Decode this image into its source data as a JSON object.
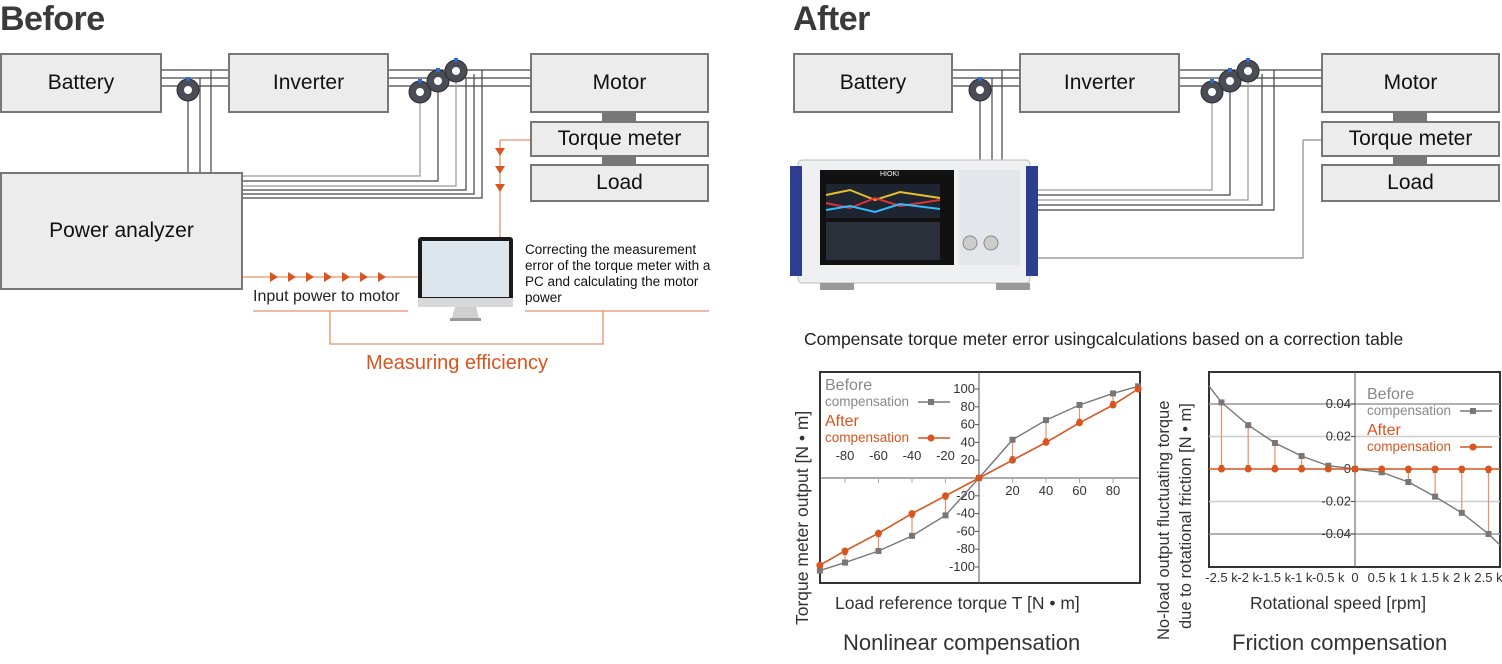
{
  "before": {
    "title": "Before",
    "battery": "Battery",
    "inverter": "Inverter",
    "motor": "Motor",
    "torque_meter": "Torque meter",
    "load": "Load",
    "power_analyzer": "Power analyzer",
    "input_power": "Input power to motor",
    "pc_note": "Correcting the measurement error of the torque meter with a PC and calculating the motor power",
    "measuring": "Measuring efficiency"
  },
  "after": {
    "title": "After",
    "battery": "Battery",
    "inverter": "Inverter",
    "motor": "Motor",
    "torque_meter": "Torque meter",
    "load": "Load",
    "device_brand": "HIOKI",
    "caption": "Compensate torque meter error usingcalculations based on a correction table"
  },
  "colors": {
    "accent": "#d9541e",
    "before_series": "#777777",
    "box_fill": "#ececec"
  },
  "chart_data": [
    {
      "type": "line",
      "title": "Nonlinear compensation",
      "xlabel": "Load reference torque T [N • m]",
      "ylabel": "Torque meter output [N • m]",
      "xlim": [
        -95,
        95
      ],
      "ylim": [
        -108,
        108
      ],
      "xticks": [
        -80,
        -60,
        -40,
        -20,
        20,
        40,
        60,
        80
      ],
      "xtick_labels": [
        "-80",
        "-60",
        "-40",
        "-20",
        "20",
        "40",
        "60",
        "80"
      ],
      "yticks": [
        100,
        80,
        60,
        40,
        20,
        -20,
        -40,
        -60,
        -80,
        -100
      ],
      "ytick_labels": [
        "100",
        "80",
        "60",
        "40",
        "20",
        "-20",
        "-40",
        "-60",
        "-80",
        "-100"
      ],
      "legend": {
        "position": "top-left",
        "before_1": "Before",
        "before_2": "compensation",
        "after_1": "After",
        "after_2": "compensation"
      },
      "x": [
        -95,
        -80,
        -60,
        -40,
        -20,
        0,
        20,
        40,
        60,
        80,
        95
      ],
      "series": [
        {
          "name": "Before compensation",
          "values": [
            -104,
            -95,
            -82,
            -65,
            -42,
            0,
            43,
            65,
            82,
            95,
            103
          ]
        },
        {
          "name": "After compensation",
          "values": [
            -98,
            -82,
            -62,
            -40,
            -20,
            0,
            20,
            40,
            62,
            82,
            100
          ]
        }
      ]
    },
    {
      "type": "line",
      "title": "Friction compensation",
      "xlabel": "Rotational speed [rpm]",
      "ylabel": "No-load output fluctuating torque due to rotational friction [N • m]",
      "ylabel_1": "No-load output fluctuating torque",
      "ylabel_2": "due to rotational friction [N • m]",
      "xlim": [
        -2800,
        2800
      ],
      "ylim": [
        -0.06,
        0.06
      ],
      "grid": true,
      "xticks": [
        -2500,
        -2000,
        -1500,
        -1000,
        -500,
        0,
        500,
        1000,
        1500,
        2000,
        2500
      ],
      "xtick_labels": [
        "-2.5 k",
        "-2 k",
        "-1.5 k",
        "-1 k",
        "-0.5 k",
        "0",
        "0.5 k",
        "1 k",
        "1.5 k",
        "2 k",
        "2.5 k"
      ],
      "yticks": [
        0.04,
        0.02,
        0,
        -0.02,
        -0.04
      ],
      "ytick_labels": [
        "0.04",
        "0.02",
        "0",
        "-0.02",
        "-0.04"
      ],
      "legend": {
        "position": "top-right",
        "before_1": "Before",
        "before_2": "compensation",
        "after_1": "After",
        "after_2": "compensation"
      },
      "x": [
        -2500,
        -2000,
        -1500,
        -1000,
        -500,
        0,
        500,
        1000,
        1500,
        2000,
        2500
      ],
      "series": [
        {
          "name": "Before compensation",
          "values": [
            0.041,
            0.027,
            0.016,
            0.008,
            0.002,
            0,
            -0.002,
            -0.008,
            -0.017,
            -0.027,
            -0.04
          ]
        },
        {
          "name": "After compensation",
          "values": [
            0,
            0,
            0,
            0,
            0,
            0,
            0,
            0,
            0,
            0,
            0
          ]
        }
      ]
    }
  ]
}
